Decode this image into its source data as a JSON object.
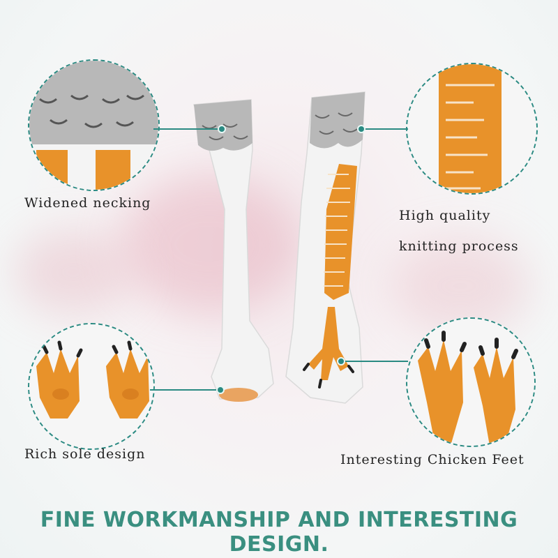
{
  "features": {
    "necking": "Widened necking",
    "quality_line1": "High quality",
    "quality_line2": "knitting process",
    "sole": "Rich sole design",
    "feet": "Interesting Chicken Feet"
  },
  "banner": "FINE WORKMANSHIP AND INTERESTING DESIGN.",
  "colors": {
    "accent": "#2a8a82",
    "sock_gray": "#b9b9b9",
    "sock_white": "#f4f4f4",
    "leg_orange": "#e8922a",
    "banner": "#3a8f80"
  }
}
